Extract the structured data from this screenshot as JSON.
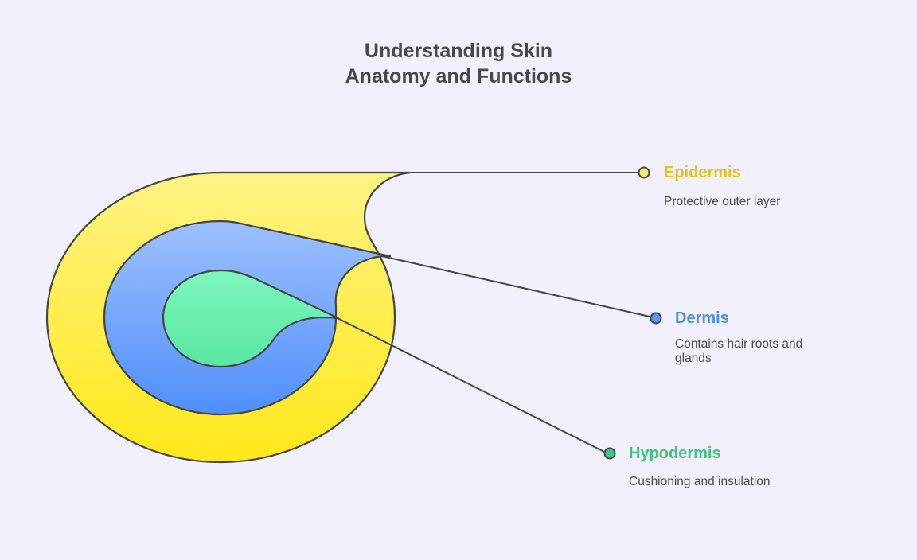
{
  "title": {
    "line1": "Understanding Skin",
    "line2": "Anatomy and Functions"
  },
  "layers": [
    {
      "id": "epidermis",
      "label": "Epidermis",
      "description": "Protective outer layer",
      "color": "#e0c520",
      "fill_top": "#fff384",
      "fill_bottom": "#ffe81a",
      "marker": "#fbe870"
    },
    {
      "id": "dermis",
      "label": "Dermis",
      "description": "Contains hair roots and glands",
      "color": "#4b8de8",
      "fill_top": "#9dc0ff",
      "fill_bottom": "#4f8ffb",
      "marker": "#5d97f6"
    },
    {
      "id": "hypodermis",
      "label": "Hypodermis",
      "description": "Cushioning and insulation",
      "color": "#3cc47a",
      "fill_top": "#7cf6be",
      "fill_bottom": "#5ae6a2",
      "marker": "#3ecb83"
    }
  ],
  "stroke_color": "#454545",
  "title_color": "#484848",
  "desc_color": "#4a4a4a"
}
